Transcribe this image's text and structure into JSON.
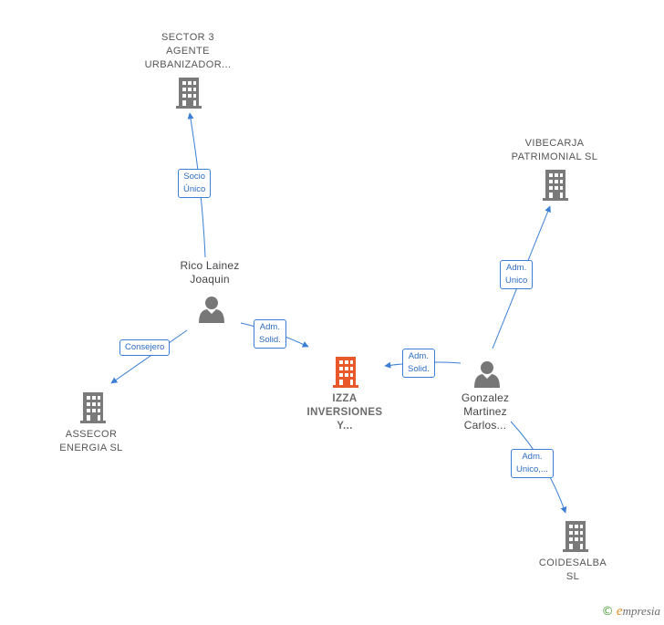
{
  "nodes": {
    "sector3": {
      "lines": [
        "SECTOR 3",
        "AGENTE",
        "URBANIZADOR..."
      ]
    },
    "vibecarja": {
      "lines": [
        "VIBECARJA",
        "PATRIMONIAL SL"
      ]
    },
    "rico": {
      "lines": [
        "Rico Lainez",
        "Joaquin"
      ]
    },
    "assecor": {
      "lines": [
        "ASSECOR",
        "ENERGIA SL"
      ]
    },
    "izza": {
      "lines": [
        "IZZA",
        "INVERSIONES",
        "Y..."
      ]
    },
    "gonzalez": {
      "lines": [
        "Gonzalez",
        "Martinez",
        "Carlos..."
      ]
    },
    "coidesalba": {
      "lines": [
        "COIDESALBA",
        "SL"
      ]
    }
  },
  "edges": {
    "socio": {
      "lines": [
        "Socio",
        "Único"
      ]
    },
    "consejero": {
      "lines": [
        "Consejero"
      ]
    },
    "adm_solid_rico": {
      "lines": [
        "Adm.",
        "Solid."
      ]
    },
    "adm_solid_gonzalez": {
      "lines": [
        "Adm.",
        "Solid."
      ]
    },
    "adm_unico_vibe": {
      "lines": [
        "Adm.",
        "Unico"
      ]
    },
    "adm_unico_coide": {
      "lines": [
        "Adm.",
        "Unico,..."
      ]
    }
  },
  "footer": {
    "copyright": "©",
    "brand_first": "e",
    "brand_rest": "mpresia"
  },
  "colors": {
    "edge": "#3a7fd5",
    "building": "#7a7a7a",
    "building_main": "#e8582a",
    "person": "#777777"
  }
}
